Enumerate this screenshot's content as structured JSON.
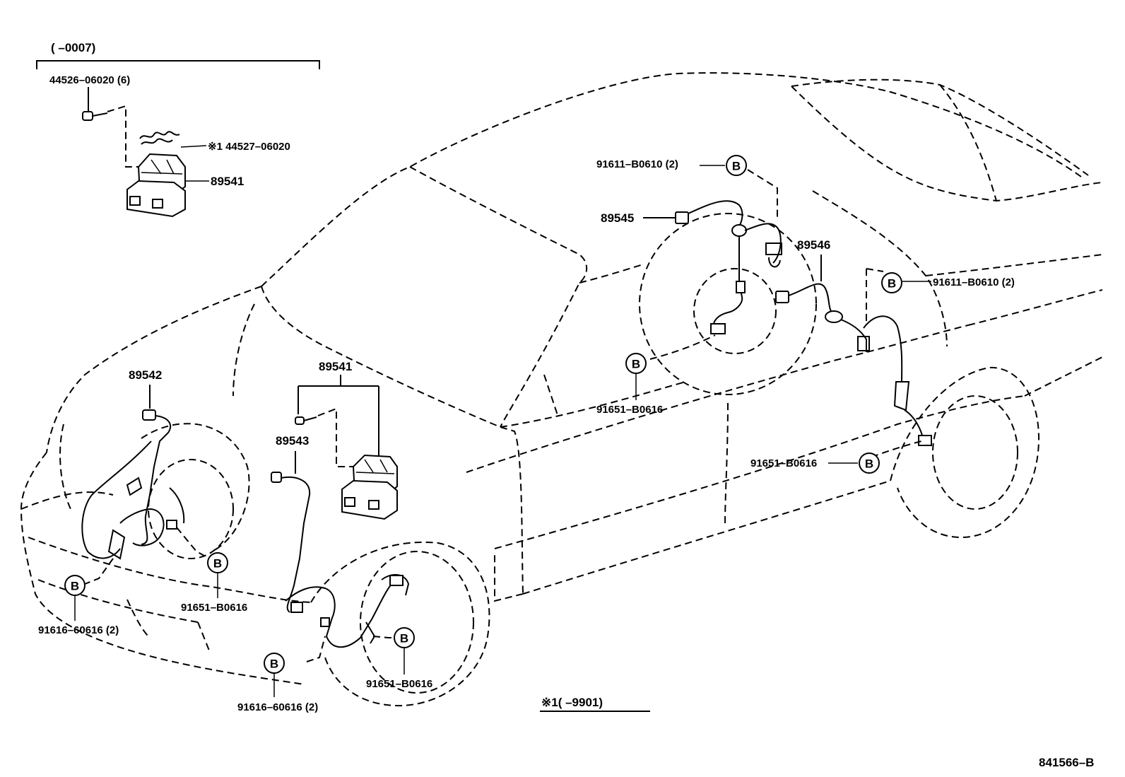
{
  "header_range": "(        –0007)",
  "footnote": "※1(        –9901)",
  "figure_id": "841566–B",
  "ref_marker": "B",
  "labels": {
    "bolt_inset": "44526–06020 (6)",
    "gasket_inset": "※1 44527–06020",
    "actuator_inset": "89541",
    "actuator_main": "89541",
    "rr_sensor_rh": "89545",
    "rr_sensor_lh": "89546",
    "fr_sensor_rh": "89542",
    "fr_sensor_lh": "89543",
    "bolt_rr_top": "91611–B0610 (2)",
    "bolt_rr_right": "91611–B0610 (2)",
    "bolt_rr_center": "91651–B0616",
    "bolt_rr_lower": "91651–B0616",
    "bolt_fr_mid": "91651–B0616",
    "bolt_fr_left": "91616–60616 (2)",
    "bolt_fr_bottom": "91616–60616 (2)",
    "bolt_fr_wheel": "91651–B0616"
  }
}
